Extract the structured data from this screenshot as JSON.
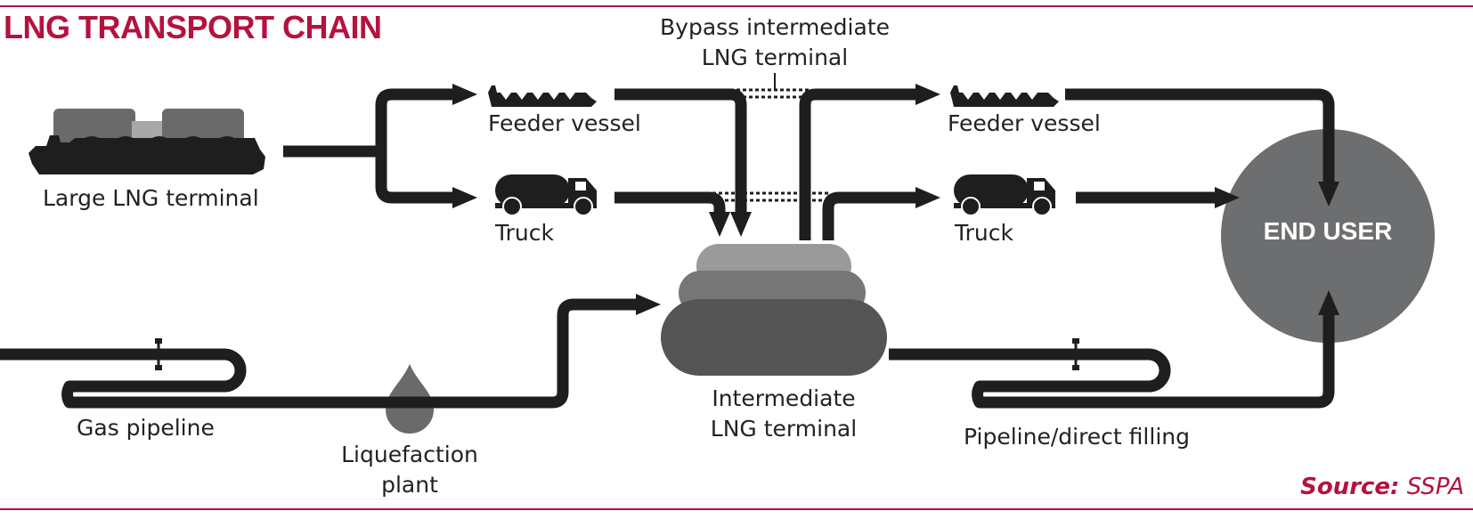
{
  "title": "LNG TRANSPORT CHAIN",
  "source": {
    "prefix": "Source:",
    "name": "SSPA"
  },
  "colors": {
    "accent": "#b5123e",
    "flow": "#1e1e1e",
    "end_user_circle": "#6d6e70",
    "terminal_dark": "#555555",
    "terminal_mid": "#767676",
    "terminal_light": "#9a9a9a"
  },
  "nodes": {
    "large_terminal": "Large LNG terminal",
    "feeder_vessel_1": "Feeder vessel",
    "truck_1": "Truck",
    "bypass": {
      "line1": "Bypass intermediate",
      "line2": "LNG terminal"
    },
    "feeder_vessel_2": "Feeder vessel",
    "truck_2": "Truck",
    "end_user": "END USER",
    "intermediate": {
      "line1": "Intermediate",
      "line2": "LNG terminal"
    },
    "gas_pipeline": "Gas pipeline",
    "liquefaction": {
      "line1": "Liquefaction",
      "line2": "plant"
    },
    "pipeline_filling": "Pipeline/direct filling"
  },
  "icons": [
    "lng-ship-icon",
    "feeder-vessel-icon",
    "truck-icon",
    "pipeline-valve-icon",
    "lng-drop-icon",
    "storage-tank-icon"
  ]
}
